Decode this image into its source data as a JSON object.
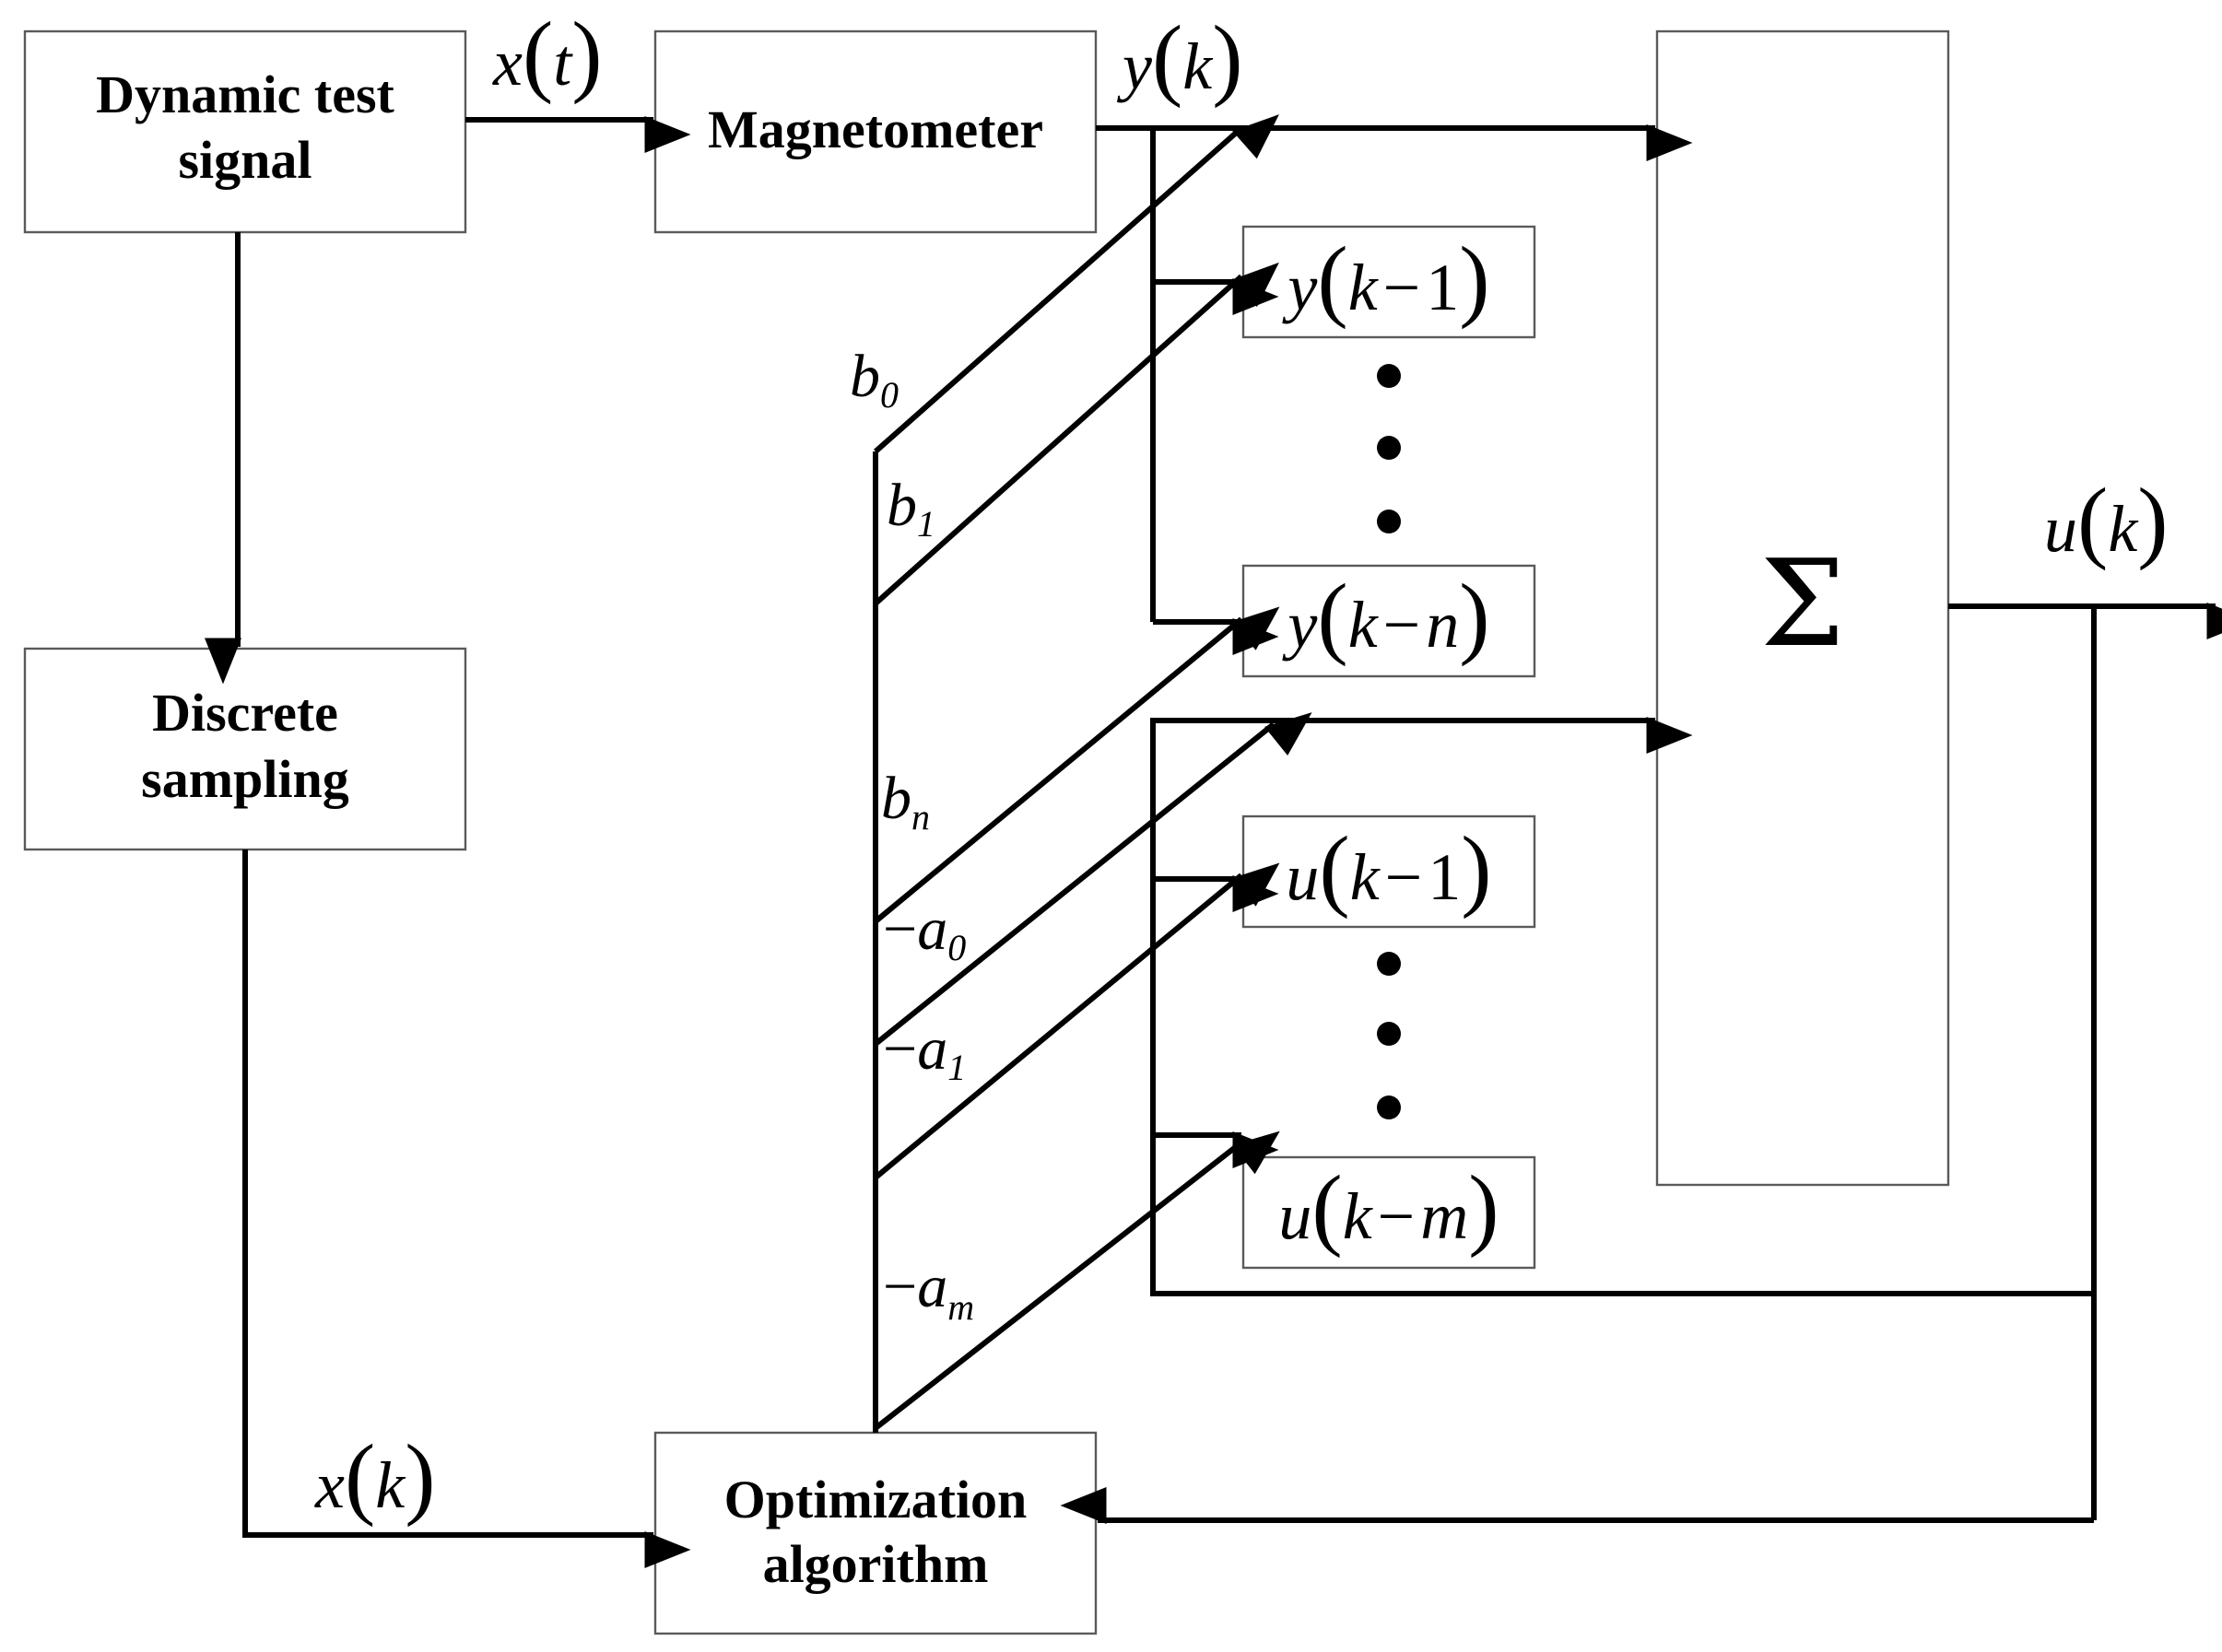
{
  "blocks": {
    "signal": [
      "Dynamic test",
      "signal"
    ],
    "magnetometer": "Magnetometer",
    "sampling": [
      "Discrete",
      "sampling"
    ],
    "optimization": [
      "Optimization",
      "algorithm"
    ],
    "sum_symbol": "Σ"
  },
  "signals": {
    "x_t": {
      "var": "x",
      "arg": "t"
    },
    "y_k": {
      "var": "y",
      "arg": "k"
    },
    "x_k": {
      "var": "x",
      "arg": "k"
    },
    "u_k": {
      "var": "u",
      "arg": "k"
    }
  },
  "delay_boxes": [
    {
      "var": "y",
      "arg": "k",
      "op": "−",
      "n": "1"
    },
    {
      "var": "y",
      "arg": "k",
      "op": "−",
      "n": "n"
    },
    {
      "var": "u",
      "arg": "k",
      "op": "−",
      "n": "1"
    },
    {
      "var": "u",
      "arg": "k",
      "op": "−",
      "n": "m"
    }
  ],
  "coefficients": [
    {
      "sign": "",
      "letter": "b",
      "sub": "0"
    },
    {
      "sign": "",
      "letter": "b",
      "sub": "1"
    },
    {
      "sign": "",
      "letter": "b",
      "sub": "n"
    },
    {
      "sign": "−",
      "letter": "a",
      "sub": "0"
    },
    {
      "sign": "−",
      "letter": "a",
      "sub": "1"
    },
    {
      "sign": "−",
      "letter": "a",
      "sub": "m"
    }
  ]
}
